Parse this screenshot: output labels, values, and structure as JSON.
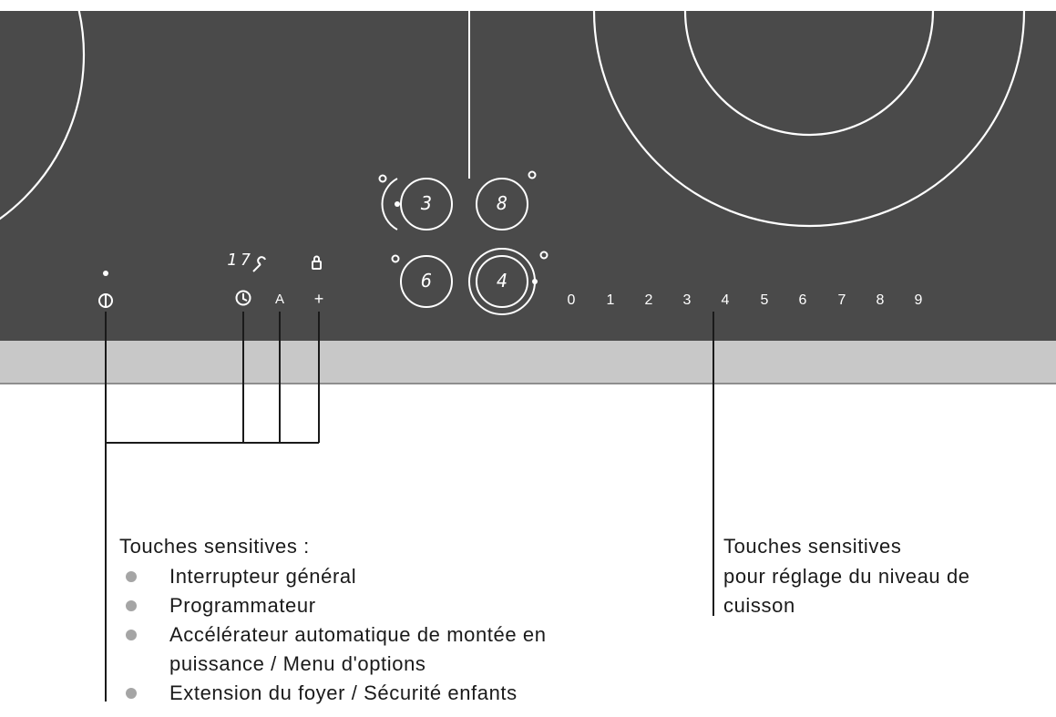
{
  "colors": {
    "ceramic": "#4a4a4a",
    "frame": "#c8c8c8",
    "markings": "#ffffff",
    "bullet": "#a5a5a5",
    "text": "#1a1a1a"
  },
  "zone_displays": [
    "3",
    "8",
    "6",
    "4"
  ],
  "timer_display": "17",
  "panel_keys": {
    "auto_key": "A",
    "plus_key": "+"
  },
  "power_levels": [
    "0",
    "1",
    "2",
    "3",
    "4",
    "5",
    "6",
    "7",
    "8",
    "9"
  ],
  "icons": [
    "power-icon",
    "clock-icon",
    "wrench-icon",
    "lock-icon",
    "heat-indicator-icon"
  ],
  "left_callout": {
    "heading": "Touches sensitives :",
    "items": [
      "Interrupteur général",
      "Programmateur",
      "Accélérateur automatique de montée en",
      "puissance / Menu d'options",
      "Extension du foyer / Sécurité enfants"
    ]
  },
  "right_callout": {
    "lines": [
      "Touches sensitives",
      "pour réglage du niveau de",
      "cuisson"
    ]
  }
}
